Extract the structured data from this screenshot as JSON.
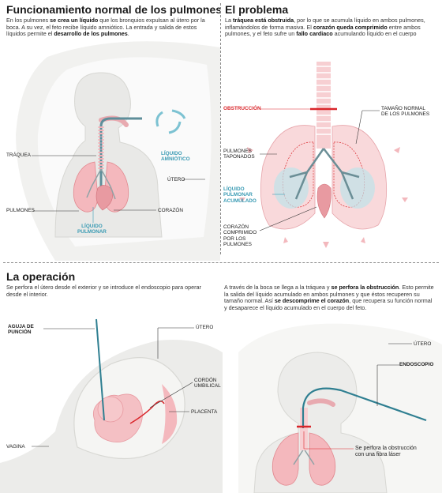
{
  "panel1": {
    "title": "Funcionamiento normal de los pulmones",
    "desc_parts": [
      {
        "t": "En los pulmones ",
        "b": false
      },
      {
        "t": "se crea un líquido",
        "b": true
      },
      {
        "t": " que los bronquios expulsan al útero por la boca. A su vez, el feto recibe líquido amniótico. La entrada y salida de estos líquidos permite el ",
        "b": false
      },
      {
        "t": "desarrollo de los pulmones",
        "b": true
      },
      {
        "t": ".",
        "b": false
      }
    ],
    "labels": {
      "traquea": "TRÁQUEA",
      "liquido_amniotico": "LÍQUIDO\nAMNIÓTICO",
      "utero": "ÚTERO",
      "pulmones": "PULMONES",
      "corazon": "CORAZÓN",
      "liquido_pulmonar": "LÍQUIDO\nPULMONAR"
    }
  },
  "panel2": {
    "title": "El problema",
    "desc_parts": [
      {
        "t": "La ",
        "b": false
      },
      {
        "t": "tráquea está obstruida",
        "b": true
      },
      {
        "t": ", por lo que se acumula líquido en ambos pulmones, inflamándolos de forma masiva. El ",
        "b": false
      },
      {
        "t": "corazón queda comprimido",
        "b": true
      },
      {
        "t": " entre ambos pulmones, y el feto sufre un ",
        "b": false
      },
      {
        "t": "fallo cardiaco",
        "b": true
      },
      {
        "t": " acumulando líquido en el cuerpo",
        "b": false
      }
    ],
    "labels": {
      "obstruccion": "OBSTRUCCIÓN",
      "tamano_normal": "TAMAÑO NORMAL\nDE LOS PULMONES",
      "pulmones_taponados": "PULMONES\nTAPONADOS",
      "liquido_acumulado": "LÍQUIDO\nPULMONAR\nACUMULADO",
      "corazon_comprimido": "CORAZÓN\nCOMPRIMIDO\nPOR LOS\nPULMONES"
    }
  },
  "panel3": {
    "title": "La operación",
    "desc": "Se perfora el útero desde el exterior y se introduce el endoscopio para operar desde el interior.",
    "labels": {
      "aguja": "AGUJA DE\nPUNCIÓN",
      "utero": "ÚTERO",
      "cordon": "CORDÓN\nUMBILICAL",
      "placenta": "PLACENTA",
      "vagina": "VAGINA"
    }
  },
  "panel4": {
    "desc_parts": [
      {
        "t": "A través de la boca se llega a la tráquea y ",
        "b": false
      },
      {
        "t": "se perfora la obstrucción",
        "b": true
      },
      {
        "t": ". Esto permite la salida del líquido acumulado en ambos pulmones y que éstos recuperen su tamaño normal. Así ",
        "b": false
      },
      {
        "t": "se descomprime el corazón",
        "b": true
      },
      {
        "t": ", que recupera su función normal y desaparece el líquido acumulado en el cuerpo del feto.",
        "b": false
      }
    ],
    "labels": {
      "utero": "ÚTERO",
      "endoscopio": "ENDOSCOPIO",
      "perfora": "Se perfora la obstrucción\ncon una fibra láser"
    }
  },
  "colors": {
    "lung": "#f4b8bd",
    "lung_dark": "#e2888f",
    "blue": "#3b9bb4",
    "red": "#d9252a",
    "body": "#ececea",
    "body_edge": "#d4d4d0"
  }
}
